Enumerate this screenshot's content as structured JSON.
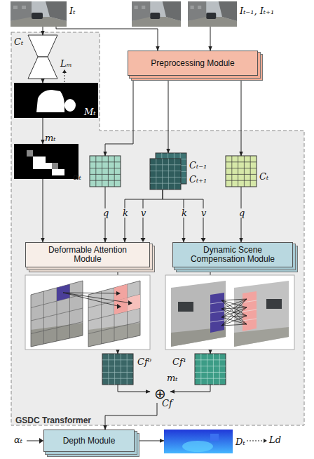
{
  "diagram": {
    "nodes": [
      {
        "text": [
          "Iₜ"
        ]
      },
      {
        "text": [
          "Iₜ₋₁, Iₜ₊₁"
        ]
      },
      {
        "text": [
          "Preprocessing Module"
        ]
      },
      {
        "text": [
          "GSDC Transformer"
        ]
      },
      {
        "text": [
          "Cₜ"
        ],
        "in": 3
      },
      {
        "text": [
          "Mₜ"
        ],
        "in": 3
      },
      {
        "text": [
          "mₜ"
        ],
        "in": 3
      },
      {
        "text": [
          "αₜ"
        ],
        "in": 3
      },
      {
        "text": [
          "Cₜ₋₁",
          "Cₜ₊₁"
        ],
        "in": 3
      },
      {
        "text": [
          "Cₜ"
        ],
        "in": 3
      },
      {
        "text": [
          "Deformable Attention Module"
        ],
        "in": 3
      },
      {
        "text": [
          "Dynamic Scene Compensation Module"
        ],
        "in": 3
      },
      {
        "text": [
          "Cf⁰"
        ],
        "in": 3
      },
      {
        "text": [
          "Cf¹"
        ],
        "in": 3
      },
      {
        "text": [
          "⊕"
        ],
        "in": 3
      },
      {
        "text": [
          "Depth Module"
        ]
      },
      {
        "text": [
          "Dₜ"
        ]
      }
    ],
    "edges": [
      {
        "from": 0,
        "to": 4,
        "arrow": "to"
      },
      {
        "from": 0,
        "to": 2,
        "arrow": "to"
      },
      {
        "from": 1,
        "to": 2,
        "arrow": "to"
      },
      {
        "from": 4,
        "to": 5,
        "arrow": "to"
      },
      {
        "from": 5,
        "to": 6,
        "arrow": "to"
      },
      {
        "from": 6,
        "to": 10,
        "arrow": "to"
      },
      {
        "from": 2,
        "to": 7,
        "arrow": "to"
      },
      {
        "from": 2,
        "to": 8,
        "arrow": "to"
      },
      {
        "from": 2,
        "to": 9,
        "arrow": "to"
      },
      {
        "from": 7,
        "to": 10,
        "arrow": "to"
      },
      {
        "from": 8,
        "to": 10,
        "arrow": "to"
      },
      {
        "from": 8,
        "to": 11,
        "arrow": "to"
      },
      {
        "from": 9,
        "to": 11,
        "arrow": "to"
      },
      {
        "from": 10,
        "to": 12,
        "arrow": "to"
      },
      {
        "from": 11,
        "to": 13,
        "arrow": "to"
      },
      {
        "from": 12,
        "to": 14,
        "arrow": "to"
      },
      {
        "from": 13,
        "to": 14,
        "arrow": "to"
      },
      {
        "from": 14,
        "to": 15,
        "label": "Cf",
        "arrow": "to"
      },
      {
        "from": 15,
        "to": 16,
        "arrow": "to"
      }
    ],
    "labels": [
      "Lₘ",
      "q",
      "k",
      "v",
      "k",
      "v",
      "q",
      "mₜ",
      "αₜ",
      "Ld"
    ]
  }
}
